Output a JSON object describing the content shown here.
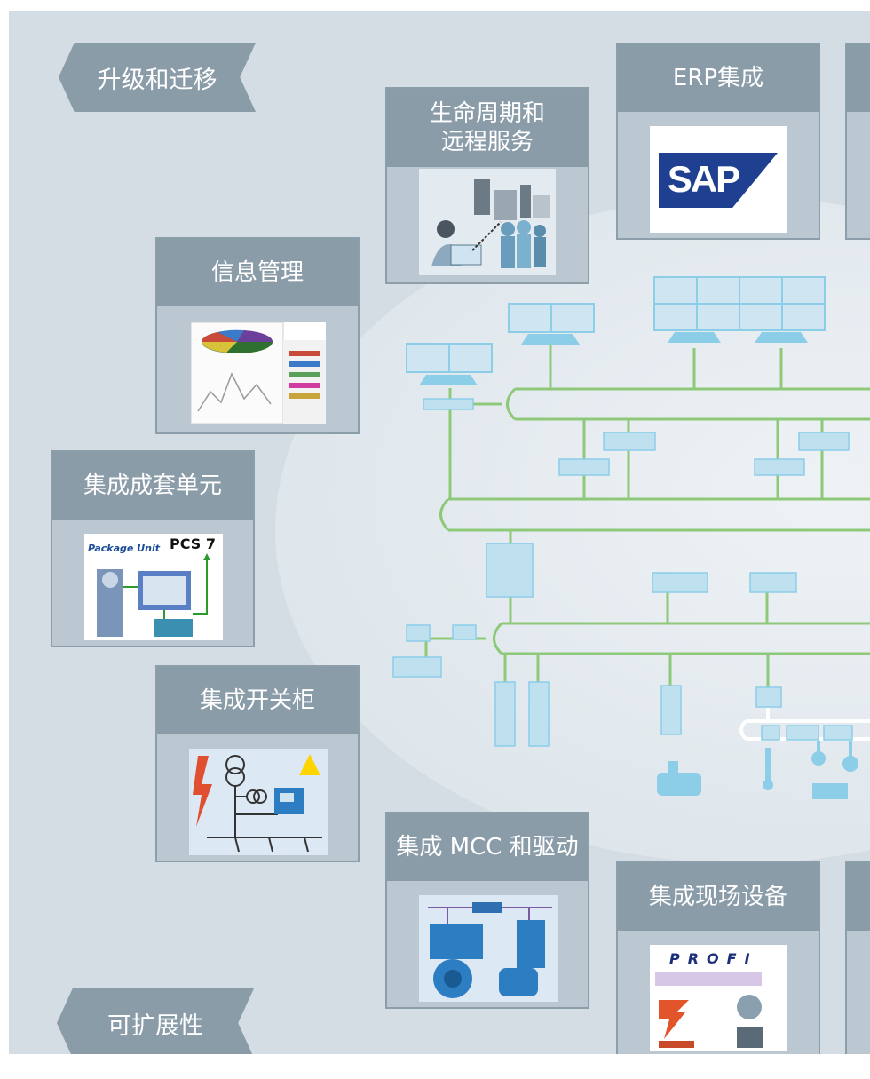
{
  "cards": {
    "lifecycle": "生命周期和\n远程服务",
    "erp": "ERP集成",
    "erp_logo": "SAP",
    "info": "信息管理",
    "package": "集成成套单元",
    "package_img_label": "Package Unit",
    "package_img_pcs": "PCS 7",
    "switchgear": "集成开关柜",
    "mcc": "集成 MCC 和驱动",
    "field": "集成现场设备",
    "field_img_profi": "PROFI"
  },
  "tags": {
    "upgrade": "升级和迁移",
    "scalability": "可扩展性"
  },
  "colors": {
    "background": "#d4dde3",
    "header": "#8b9ca9",
    "card_body": "#bcc8d1",
    "network_line": "#8ec97a",
    "device": "#8ccde8"
  }
}
